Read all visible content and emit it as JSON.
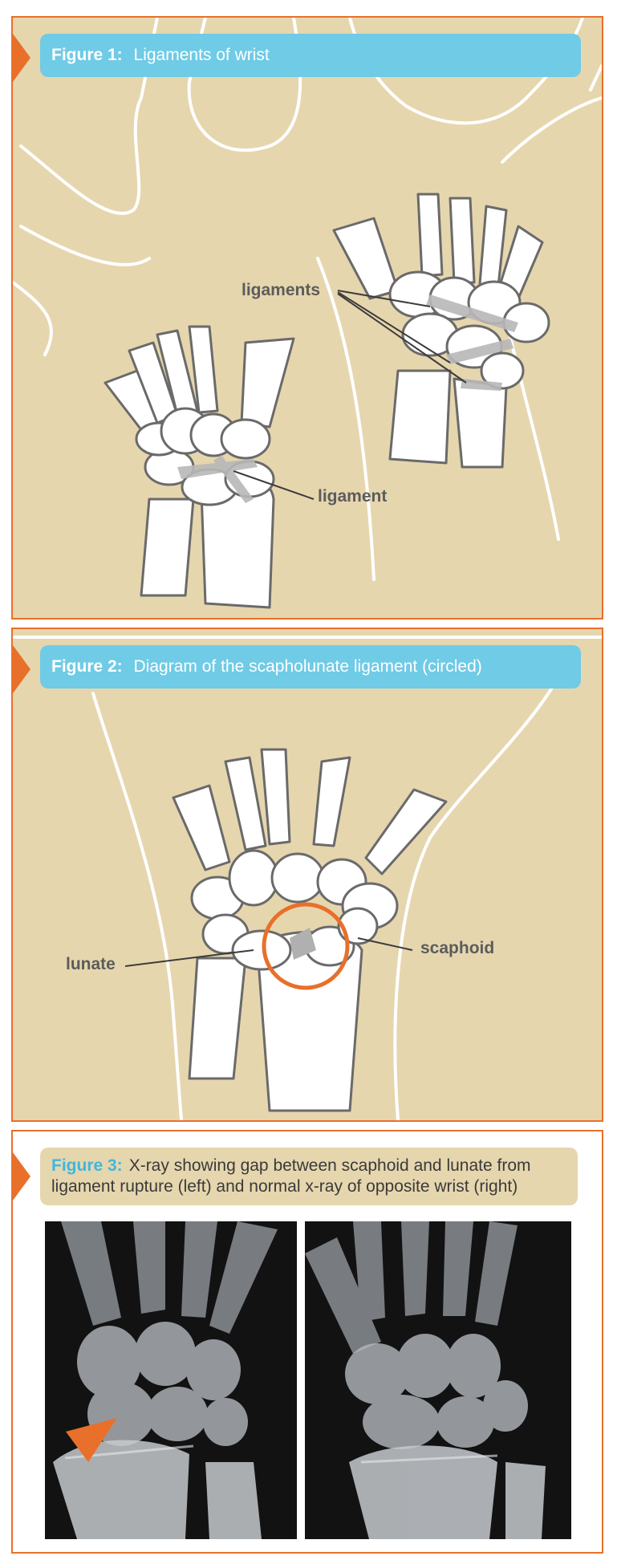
{
  "figure1": {
    "number": "Figure 1:",
    "title": "Ligaments of wrist",
    "labels": {
      "ligaments": "ligaments",
      "ligament": "ligament"
    }
  },
  "figure2": {
    "number": "Figure 2:",
    "title": "Diagram of the scapholunate ligament (circled)",
    "labels": {
      "lunate": "lunate",
      "scaphoid": "scaphoid"
    }
  },
  "figure3": {
    "number": "Figure 3:",
    "title": "X-ray showing gap between scaphoid and lunate from ligament rupture (left) and normal x-ray of opposite wrist (right)"
  },
  "colors": {
    "accent": "#e8702a",
    "caption_blue": "#6fcbe6",
    "panel_tan": "#e6d6ae",
    "figure3_label": "#3fb7de"
  }
}
